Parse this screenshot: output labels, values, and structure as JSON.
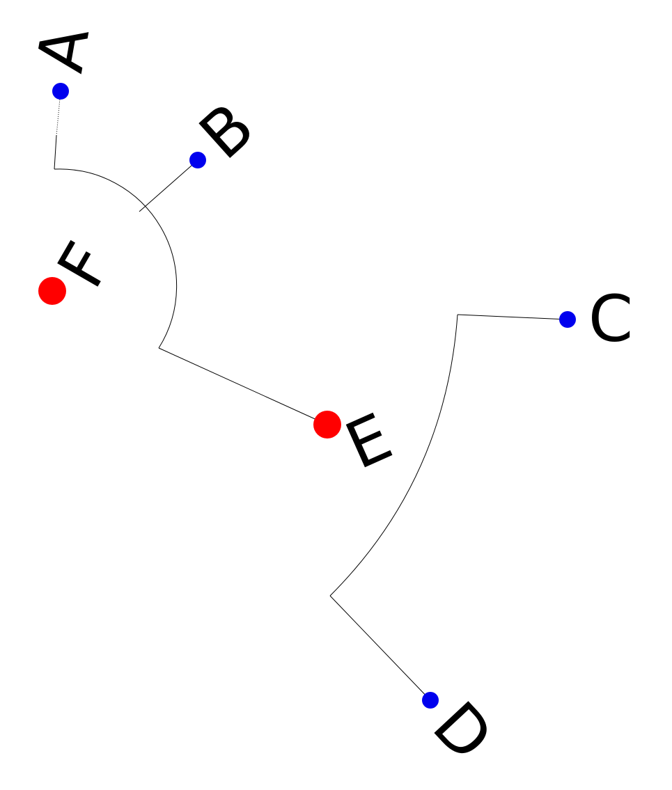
{
  "nodes": [
    {
      "id": "A",
      "label": "A",
      "color": "#0000ee",
      "kind": "leaf"
    },
    {
      "id": "B",
      "label": "B",
      "color": "#0000ee",
      "kind": "leaf"
    },
    {
      "id": "C",
      "label": "C",
      "color": "#0000ee",
      "kind": "leaf"
    },
    {
      "id": "D",
      "label": "D",
      "color": "#0000ee",
      "kind": "leaf"
    },
    {
      "id": "E",
      "label": "E",
      "color": "#ff0000",
      "kind": "internal"
    },
    {
      "id": "F",
      "label": "F",
      "color": "#ff0000",
      "kind": "internal"
    }
  ],
  "edges": [
    {
      "from": "F",
      "to": "A"
    },
    {
      "from": "F",
      "to": "B"
    },
    {
      "from": "F",
      "to": "E"
    },
    {
      "from": "E",
      "to": "C"
    },
    {
      "from": "E",
      "to": "D"
    }
  ],
  "colors": {
    "leaf": "#0000ee",
    "internal": "#ff0000",
    "edge": "#000000",
    "background": "#ffffff"
  }
}
